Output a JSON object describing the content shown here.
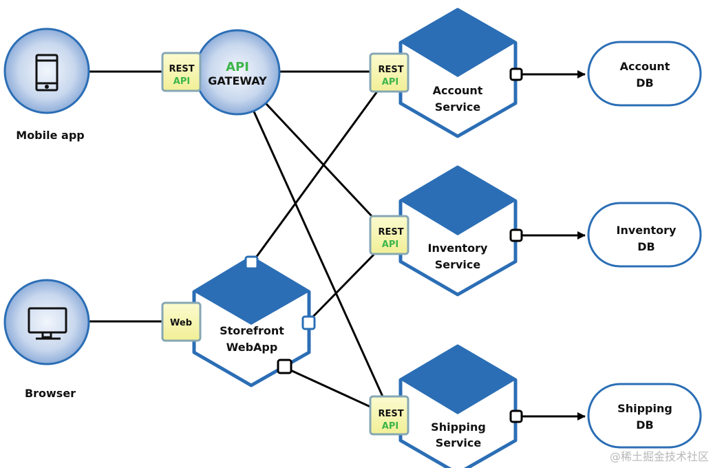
{
  "colors": {
    "hex_blue": "#2b6eb5",
    "circle_stroke": "#2b6eb5",
    "port_fill": "#f6f4a8",
    "port_stroke": "#86a7b4",
    "api_green": "#3cb54a",
    "line": "#000000"
  },
  "clients": {
    "mobile": {
      "label": "Mobile app",
      "icon": "smartphone-icon"
    },
    "browser": {
      "label": "Browser",
      "icon": "monitor-icon"
    }
  },
  "gateway": {
    "line1": "API",
    "line2": "GATEWAY",
    "port": {
      "line1": "REST",
      "line2": "API"
    }
  },
  "storefront": {
    "line1": "Storefront",
    "line2": "WebApp",
    "port": {
      "line1": "Web"
    }
  },
  "services": [
    {
      "line1": "Account",
      "line2": "Service",
      "port": {
        "line1": "REST",
        "line2": "API"
      },
      "db": {
        "line1": "Account",
        "line2": "DB"
      }
    },
    {
      "line1": "Inventory",
      "line2": "Service",
      "port": {
        "line1": "REST",
        "line2": "API"
      },
      "db": {
        "line1": "Inventory",
        "line2": "DB"
      }
    },
    {
      "line1": "Shipping",
      "line2": "Service",
      "port": {
        "line1": "REST",
        "line2": "API"
      },
      "db": {
        "line1": "Shipping",
        "line2": "DB"
      }
    }
  ],
  "watermark": "@稀土掘金技术社区"
}
